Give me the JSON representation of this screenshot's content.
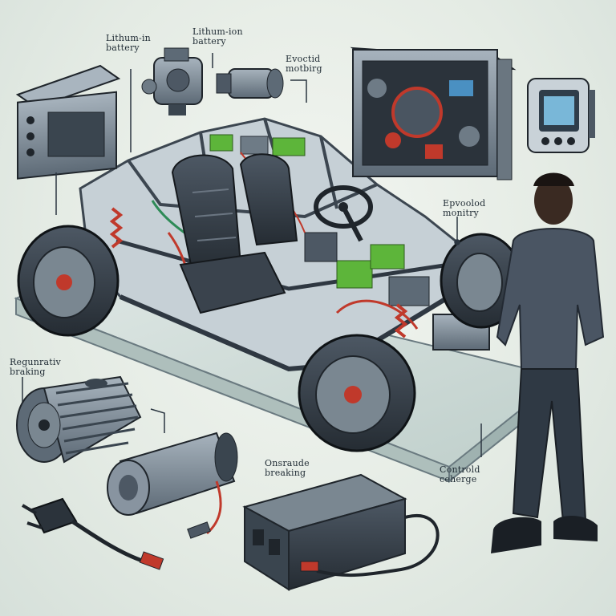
{
  "labels": {
    "battery_a": [
      "Lithum-in",
      "battery"
    ],
    "battery_b": [
      "Lithum-ion",
      "battery"
    ],
    "motor": [
      "Evoctid",
      "motbirg"
    ],
    "monitor": [
      "Epvoolod",
      "monitry"
    ],
    "regen": [
      "Regunrativ",
      "braking"
    ],
    "onsrade": [
      "Onsraude",
      "breaking"
    ],
    "control": [
      "Controld",
      "ceherge"
    ]
  },
  "colors": {
    "background": "#e9efe9",
    "frame": "#4a5561",
    "tire": "#1f252b",
    "accent_green": "#5db53a",
    "accent_red": "#c0392b",
    "platform": "#cfdcd8",
    "person": "#3b4450"
  },
  "icons": [
    "battery-pack-icon",
    "motor-unit-icon",
    "control-box-icon",
    "monitor-device-icon",
    "wheel-icon",
    "plug-icon"
  ]
}
